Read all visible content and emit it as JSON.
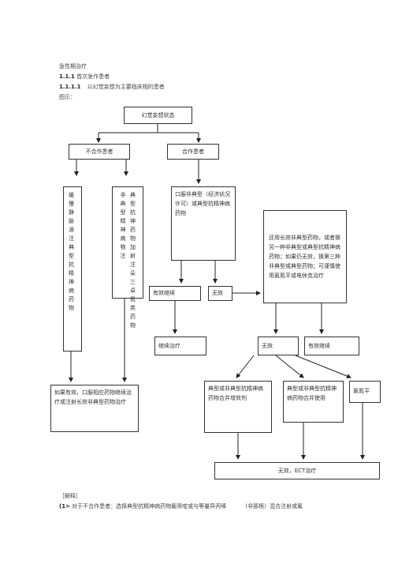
{
  "header": {
    "line1": "急性期治疗",
    "line2_num": "1.1.1",
    "line2_text": "首次发作患者",
    "line3_num": "1.1.1.1",
    "line3_text": "以幻觉妄想为主要临床相的患者",
    "line4": "图示："
  },
  "flow": {
    "top": "幻觉妄想状态",
    "uncooperative": "不合作患者",
    "cooperative": "合作患者",
    "slow_iv": "缓慢静脉滴注典型抗精神病药物",
    "im_col1": "非典型精神病物注",
    "im_col2": "典型抗神药物加射注朵三卓氮类药物",
    "oral": "口服非典型（经济状况许可）或典型抗精神病药物",
    "switch": "还用长效非典型药物，或者换另一种非典型或典型抗精神病药物；如果仍无效，换第三种非典型或典型药物；可谨慎使用氯氮平或电休克治疗",
    "effective1": "有效继续",
    "ineffective1": "无效",
    "continue": "继续治疗",
    "ineffective2": "无效",
    "effective2": "有效继续",
    "if_effective": "如果有效，口服相应药物继续治疗或注射长效非典型药物治疗",
    "combo1": "典型或非典型抗精神病药物合并增效剂",
    "combo2": "典型或非典型抗精神病药物合并使用",
    "clozapine": "氯氮平",
    "ect": "无效，ECT治疗"
  },
  "notes": {
    "title": "［解释］",
    "item1_num": "(1>",
    "item1_text": "对于不合作患者：选择典型抗精神病药物氟哌啶或与等量异丙嗪",
    "item1_tail": "(非那根）混合注射或氟"
  }
}
